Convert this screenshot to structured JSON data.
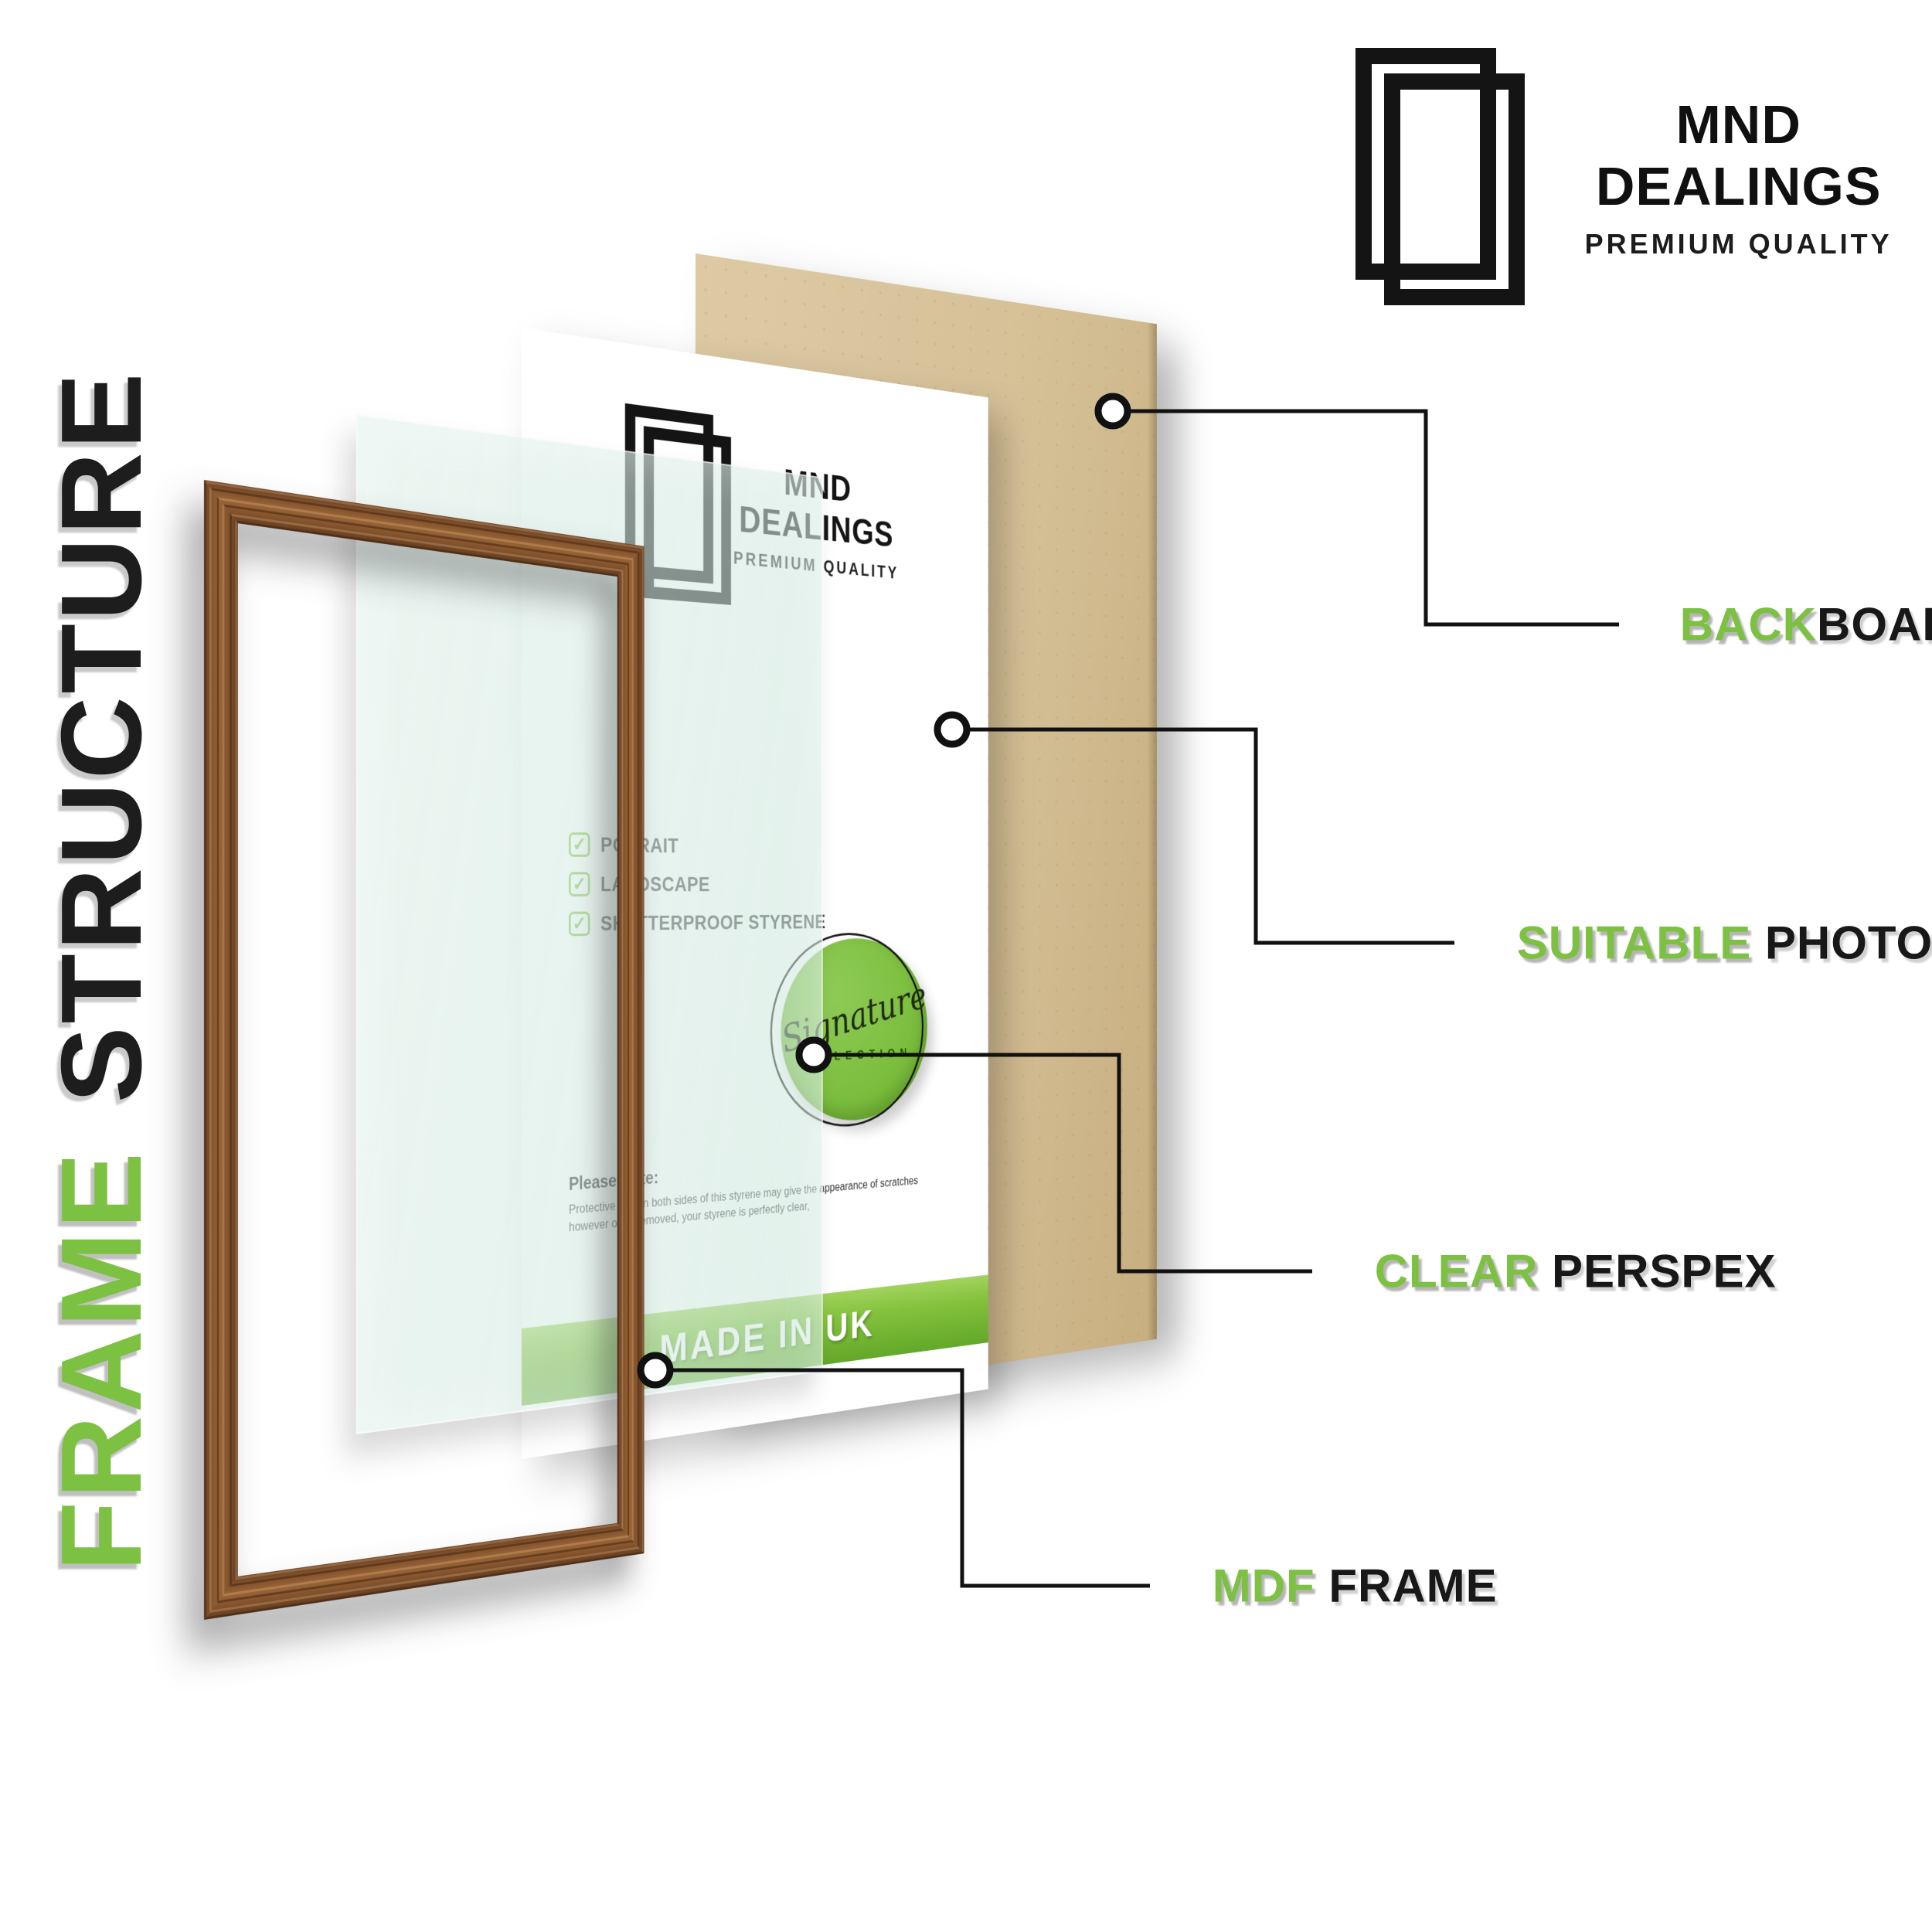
{
  "brand": {
    "name": "MND DEALINGS",
    "tagline": "PREMIUM QUALITY"
  },
  "side_title": {
    "frame": "FRAME",
    "structure": "STRUCTURE"
  },
  "insert": {
    "checklist": [
      "POTRAIT",
      "LANDSCAPE",
      "SHATTERPROOF STYRENE"
    ],
    "note_title": "Please Note:",
    "note_body": "Protective film on both sides of this styrene may give the appearance of scratches however once removed, your styrene is perfectly clear,",
    "badge_script": "Signature",
    "badge_word": "COLLECTION",
    "banner": "MADE IN UK"
  },
  "callouts": {
    "backboard": {
      "green": "BACK",
      "black": "BOARD"
    },
    "photo": {
      "green": "SUITABLE",
      "black": " PHOTO"
    },
    "perspex": {
      "green": "CLEAR",
      "black": " PERSPEX"
    },
    "frame": {
      "green": "MDF",
      "black": " FRAME"
    }
  },
  "colors": {
    "accent": "#7cc142",
    "band_top": "#a2d35e",
    "band_bottom": "#63a829",
    "backboard": "#d5c096",
    "wood": "#8a562e"
  }
}
